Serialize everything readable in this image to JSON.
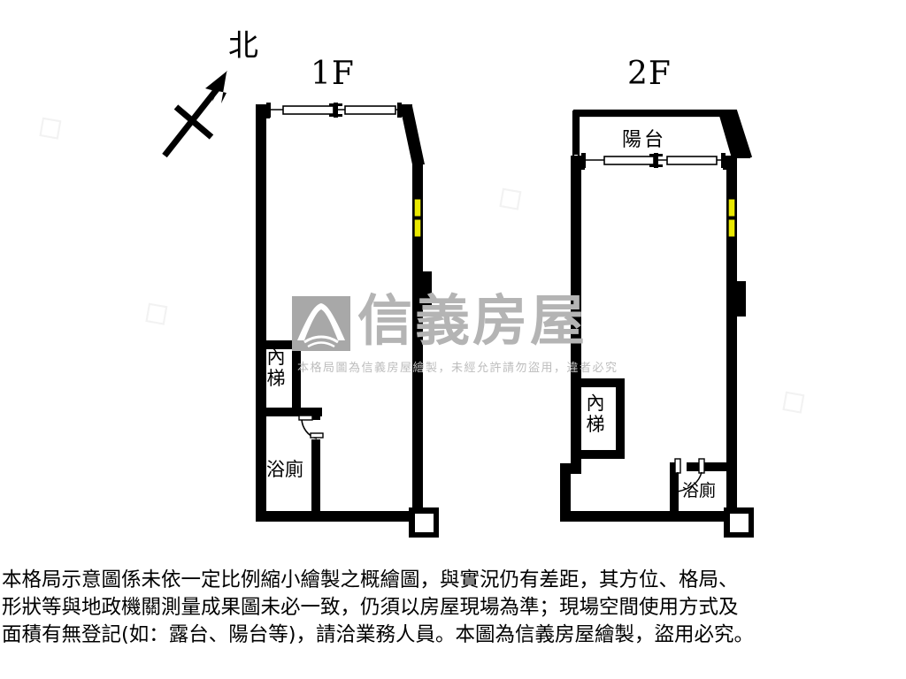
{
  "document": {
    "type": "real-estate-floor-plan",
    "title": "格局圖",
    "bg_color": "#ffffff",
    "wall_color": "#000000",
    "window_color": "#e9e800"
  },
  "compass": {
    "label": "北",
    "direction": "northeast"
  },
  "floors": [
    {
      "id": "1f",
      "label": "1F",
      "rooms": [
        {
          "id": "1f-stair",
          "label": "內\n梯",
          "name": "內梯"
        },
        {
          "id": "1f-bath",
          "label": "浴廁",
          "name": "浴廁"
        }
      ],
      "features": [
        "window-top",
        "window-right-yellow",
        "door-swing-bath",
        "column-bottom-right"
      ]
    },
    {
      "id": "2f",
      "label": "2F",
      "rooms": [
        {
          "id": "2f-balcony",
          "label": "陽台",
          "name": "陽台"
        },
        {
          "id": "2f-stair",
          "label": "內\n梯",
          "name": "內梯"
        },
        {
          "id": "2f-bath",
          "label": "浴廁",
          "name": "浴廁"
        }
      ],
      "features": [
        "balcony-top",
        "window-top",
        "window-right-yellow",
        "door-swing-bath",
        "column-bottom-right"
      ]
    }
  ],
  "room_labels": {
    "stair_line1": "內",
    "stair_line2": "梯",
    "bath": "浴廁",
    "balcony": "陽台"
  },
  "watermark": {
    "brand": "信義房屋",
    "notice": "本格局圖為信義房屋繪製，未經允許請勿盜用，違者必究",
    "logo_color": "#a8a8a8",
    "text_color": "#b4b4b4"
  },
  "disclaimer": {
    "line1": "本格局示意圖係未依一定比例縮小繪製之概繪圖，與實況仍有差距，其方位、格局、",
    "line2": "形狀等與地政機關測量成果圖未必一致，仍須以房屋現場為準；現場空間使用方式及",
    "line3": "面積有無登記(如：露台、陽台等)，請洽業務人員。本圖為信義房屋繪製，盜用必究。"
  }
}
